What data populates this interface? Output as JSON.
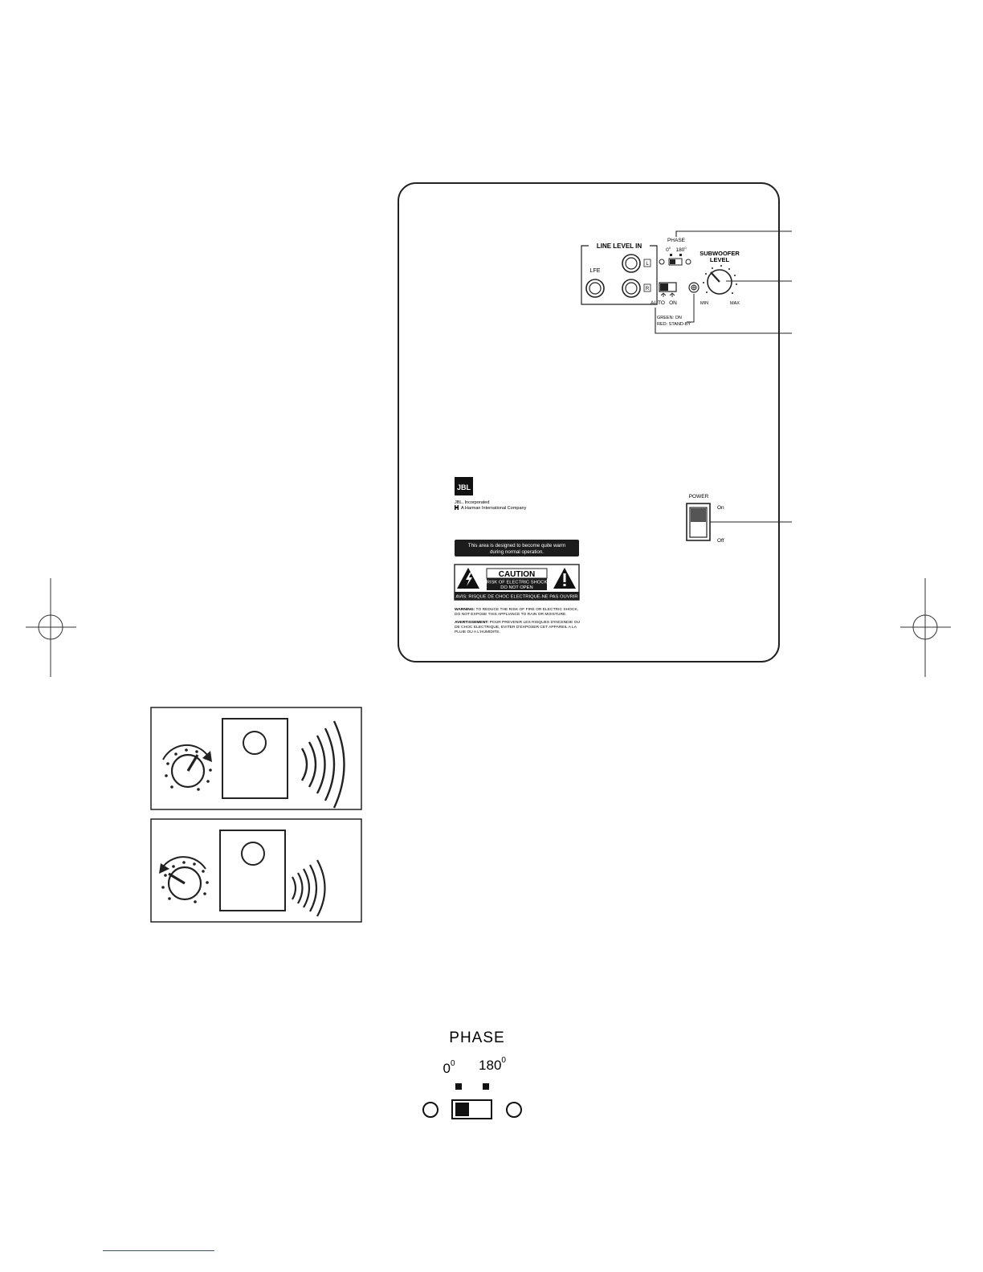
{
  "panel": {
    "line_level_in": "LINE LEVEL IN",
    "lfe": "LFE",
    "channel_left": "L",
    "channel_right": "R",
    "phase": "PHASE",
    "phase_0": "0",
    "phase_180": "180",
    "degree": "0",
    "subwoofer_level_line1": "SUBWOOFER",
    "subwoofer_level_line2": "LEVEL",
    "min": "MIN",
    "max": "MAX",
    "auto": "AUTO",
    "on": "ON",
    "led_green": "GREEN: ON",
    "led_red": "RED: STAND-BY",
    "power": "POWER",
    "power_on": "On",
    "power_off": "Off",
    "logo": "JBL",
    "company_line1": "JBL, Incorporated",
    "company_line2": "A Harman International Company",
    "warm_line1": "This area is designed to become quite warm",
    "warm_line2": "during normal operation.",
    "caution": "CAUTION",
    "caution_line1": "RISK OF ELECTRIC SHOCK",
    "caution_line2": "DO NOT OPEN",
    "avis": "AVIS: RISQUE DE CHOC ELECTRIQUE-NE PAS OUVRIR",
    "warning_label": "WARNING:",
    "warning_line1": "TO REDUCE THE RISK OF FIRE OR ELECTRIC SHOCK,",
    "warning_line2": "DO NOT EXPOSE THIS APPLIANCE TO RAIN OR MOISTURE.",
    "avert_label": "AVERTISSEMENT:",
    "avert_line1": "POUR PREVENIR LES RISQUES D'INCENDIE OU",
    "avert_line2": "DE CHOC ELECTRIQUE, EVITER D'EXPOSER CET APPAREIL A LA",
    "avert_line3": "PLUIE OU A L'HUMIDITE."
  },
  "phase_detail": {
    "title": "PHASE",
    "label_0": "0",
    "label_180": "180",
    "degree": "0"
  }
}
